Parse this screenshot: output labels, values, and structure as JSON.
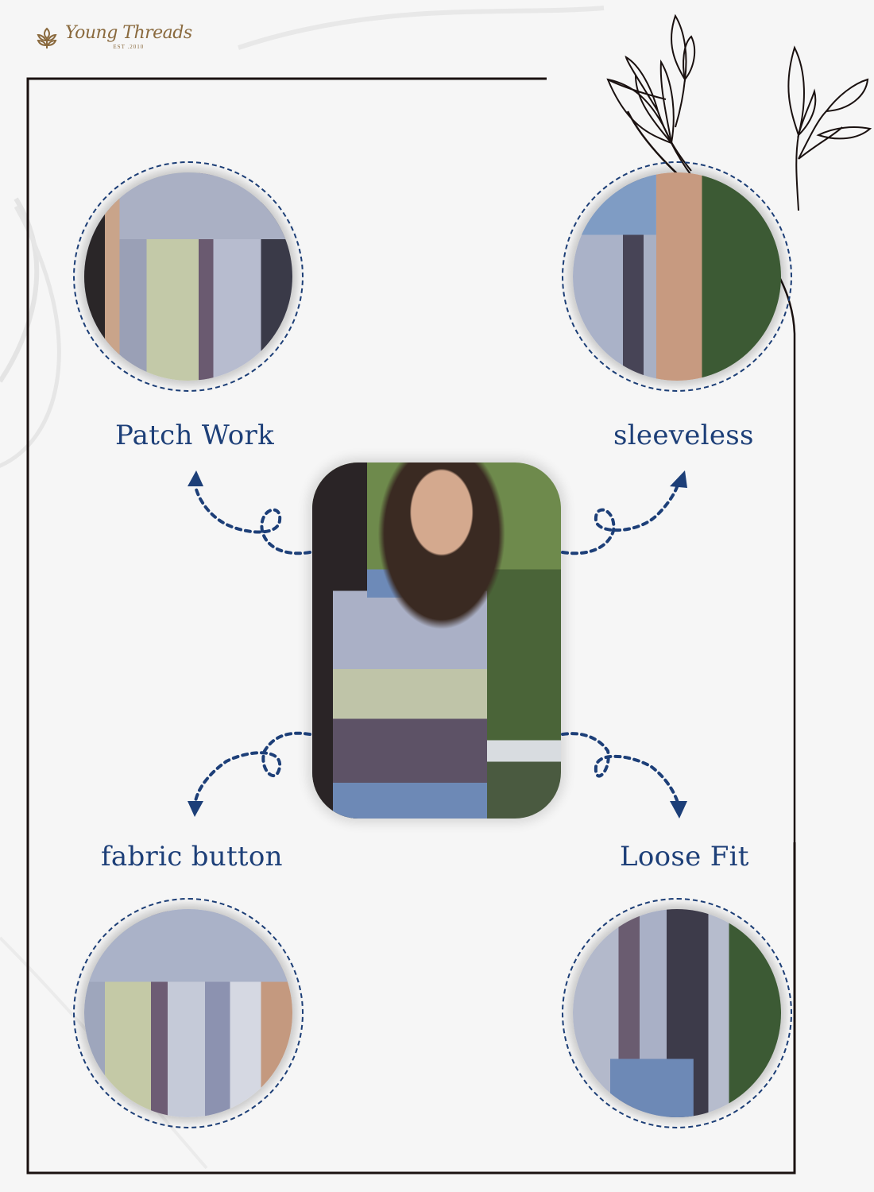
{
  "brand": {
    "name": "Young Threads",
    "established": "EST .2010",
    "color": "#8a6a3e"
  },
  "colors": {
    "accent": "#1d3f78",
    "frame": "#1a1110",
    "background": "#f6f6f6"
  },
  "features": [
    {
      "label": "Patch Work",
      "position": "top-left",
      "image": "patchwork-closeup"
    },
    {
      "label": "sleeveless",
      "position": "top-right",
      "image": "shoulder-closeup"
    },
    {
      "label": "fabric button",
      "position": "bottom-left",
      "image": "button-placket-closeup"
    },
    {
      "label": "Loose Fit",
      "position": "bottom-right",
      "image": "hem-pocket-closeup"
    }
  ],
  "center_image": {
    "subject": "model-wearing-sleeveless-patchwork-top"
  }
}
